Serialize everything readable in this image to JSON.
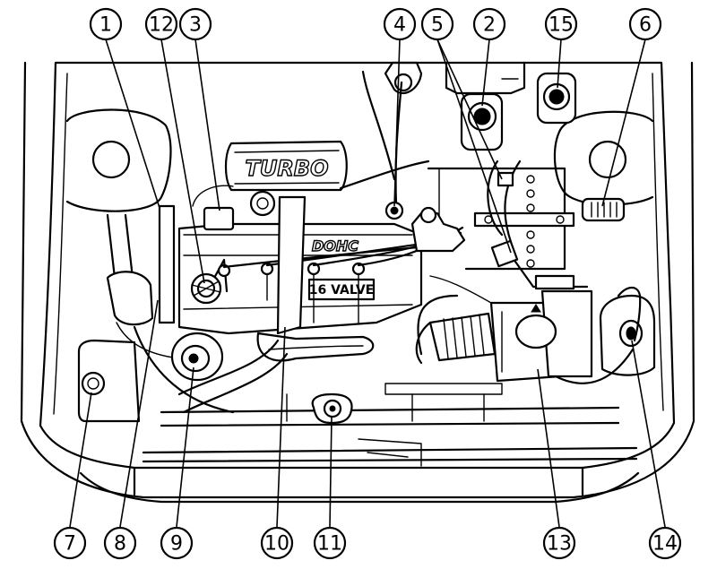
{
  "engine_labels": {
    "turbo": "TURBO",
    "dohc": "DOHC",
    "valve": "16 VALVE"
  },
  "callouts": [
    {
      "id": "c1",
      "label": "1"
    },
    {
      "id": "c12",
      "label": "12"
    },
    {
      "id": "c3",
      "label": "3"
    },
    {
      "id": "c4",
      "label": "4"
    },
    {
      "id": "c5",
      "label": "5"
    },
    {
      "id": "c2",
      "label": "2"
    },
    {
      "id": "c15",
      "label": "15"
    },
    {
      "id": "c6",
      "label": "6"
    },
    {
      "id": "c7",
      "label": "7"
    },
    {
      "id": "c8",
      "label": "8"
    },
    {
      "id": "c9",
      "label": "9"
    },
    {
      "id": "c10",
      "label": "10"
    },
    {
      "id": "c11",
      "label": "11"
    },
    {
      "id": "c13",
      "label": "13"
    },
    {
      "id": "c14",
      "label": "14"
    }
  ]
}
